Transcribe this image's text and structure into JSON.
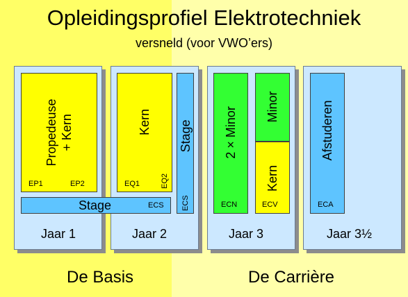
{
  "title": "Opleidingsprofiel Elektrotechniek",
  "subtitle": "versneld (voor VWO’ers)",
  "colors": {
    "background_left": "#ffff66",
    "background_right": "#ffffaa",
    "year_panel": "#cce8ff",
    "block_yellow": "#ffff00",
    "block_blue": "#5ec4ff",
    "block_green": "#33ff33"
  },
  "year1": {
    "main_block": {
      "line1": "Propedeuse",
      "line2": "+ Kern"
    },
    "codes": [
      "EP1",
      "EP2"
    ],
    "stage_block": {
      "label": "Stage",
      "code": "ECS"
    },
    "label": "Jaar 1"
  },
  "year2": {
    "kern_block": {
      "label": "Kern",
      "codes": [
        "EQ1",
        "EQ2"
      ]
    },
    "stage_block": {
      "label": "Stage",
      "code": "ECS"
    },
    "label": "Jaar 2"
  },
  "year3": {
    "minor_block": {
      "label": "2 × Minor",
      "code": "ECN"
    },
    "minor_small": {
      "label": "Minor"
    },
    "kern_block": {
      "label": "Kern",
      "code": "ECV"
    },
    "label": "Jaar 3"
  },
  "year4": {
    "afstuderen_block": {
      "label": "Afstuderen",
      "code": "ECA"
    },
    "label": "Jaar 3½"
  },
  "footer": {
    "left": "De Basis",
    "right": "De Carrière"
  }
}
